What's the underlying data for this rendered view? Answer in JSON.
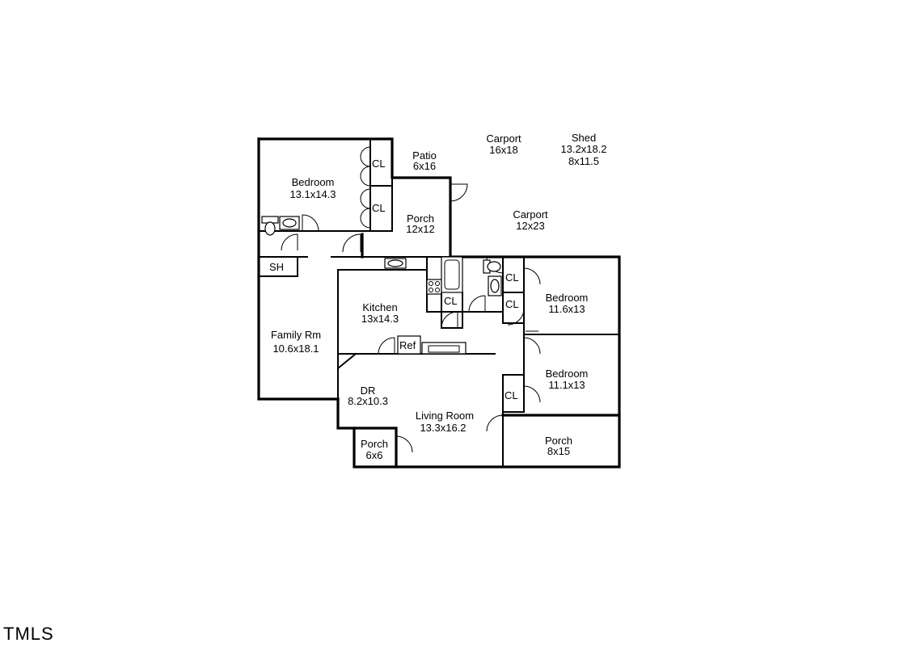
{
  "rooms": [
    {
      "id": "bedroom-1",
      "name": "Bedroom",
      "size": "13.1x14.3"
    },
    {
      "id": "patio",
      "name": "Patio",
      "size": "6x16"
    },
    {
      "id": "carport-1",
      "name": "Carport",
      "size": "16x18"
    },
    {
      "id": "shed",
      "name": "Shed",
      "size": "13.2x18.2",
      "size2": "8x11.5"
    },
    {
      "id": "porch-back",
      "name": "Porch",
      "size": "12x12"
    },
    {
      "id": "carport-2",
      "name": "Carport",
      "size": "12x23"
    },
    {
      "id": "kitchen",
      "name": "Kitchen",
      "size": "13x14.3"
    },
    {
      "id": "bedroom-2",
      "name": "Bedroom",
      "size": "11.6x13"
    },
    {
      "id": "family-room",
      "name": "Family Rm",
      "size": "10.6x18.1"
    },
    {
      "id": "bedroom-3",
      "name": "Bedroom",
      "size": "11.1x13"
    },
    {
      "id": "dining-room",
      "name": "DR",
      "size": "8.2x10.3"
    },
    {
      "id": "living-room",
      "name": "Living Room",
      "size": "13.3x16.2"
    },
    {
      "id": "porch-small",
      "name": "Porch",
      "size": "6x6"
    },
    {
      "id": "porch-front",
      "name": "Porch",
      "size": "8x15"
    }
  ],
  "labels": {
    "closet": "CL",
    "shower": "SH",
    "refrigerator": "Ref"
  },
  "logo": "TMLS"
}
